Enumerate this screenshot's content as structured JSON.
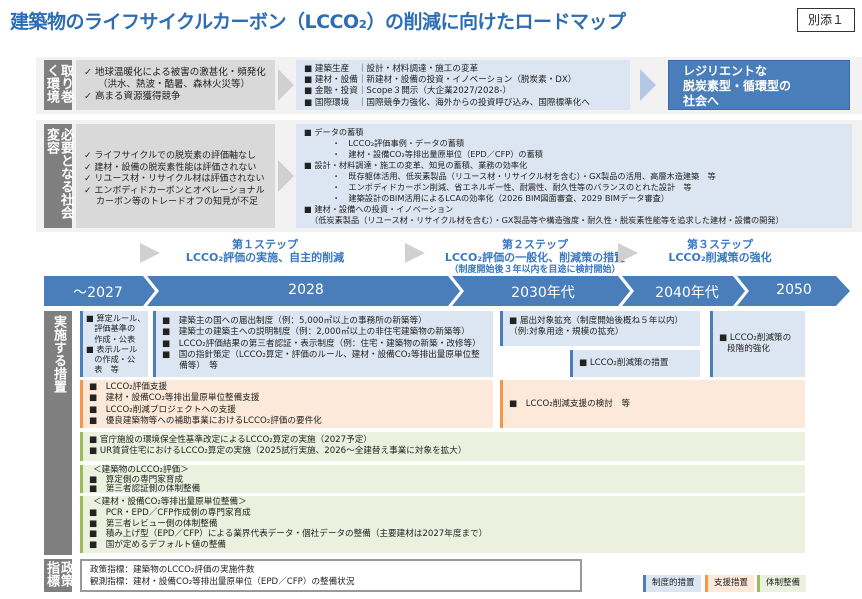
{
  "header": {
    "title": "建築物のライフサイクルカーボン（LCCO₂）の削減に向けたロードマップ",
    "annex": "別添１"
  },
  "environment": {
    "label": "取り巻く環境",
    "issues": [
      "✓ 地球温暖化による被害の激甚化・頻発化",
      "（洪水、熱波・酷暑、森林火災等）",
      "✓ 高まる資源獲得競争"
    ],
    "trends": [
      "■ 建築生産　｜設計・材料調達・施工の変革",
      "■ 建材・設備｜新建材・設備の投資・イノベーション（脱炭素・DX）",
      "■ 金融・投資｜Scope３開示（大企業2027/2028-）",
      "■ 国際環境　｜国際競争力強化、海外からの投資呼び込み、国際標準化へ"
    ],
    "goal": [
      "レジリエントな",
      "脱炭素型・循環型の",
      "社会へ"
    ]
  },
  "transformation": {
    "label": "必要となる社会変容",
    "issues": [
      "✓ ライフサイクルでの脱炭素の評価軸なし",
      "✓ 建材・設備の脱炭素性能は評価されない",
      "✓ リユース材・リサイクル材は評価されない",
      "✓ エンボディドカーボンとオペレーショナル",
      "カーボン等のトレードオフの知見が不足"
    ],
    "items": [
      {
        "text": "■ データの蓄積",
        "level": 0
      },
      {
        "text": "・　LCCO₂評価事例・データの蓄積",
        "level": 1
      },
      {
        "text": "・　建材・設備CO₂等排出量原単位（EPD／CFP）の蓄積",
        "level": 1
      },
      {
        "text": "■ 設計・材料調達・施工の変革、知見の蓄積、業務の効率化",
        "level": 0
      },
      {
        "text": "・　既存躯体活用、低炭素製品（リユース材・リサイクル材を含む）・GX製品の活用、高層木造建築　等",
        "level": 1
      },
      {
        "text": "・　エンボディドカーボン削減、省エネルギー性、耐震性、耐久性等のバランスのとれた設計　等",
        "level": 1
      },
      {
        "text": "・　建築設計のBIM活用によるLCAの効率化（2026 BIM図面審査、2029 BIMデータ審査）",
        "level": 1
      },
      {
        "text": "■ 建材・設備への投資・イノベーション",
        "level": 0
      },
      {
        "text": "（低炭素製品（リユース材・リサイクル材を含む）・GX製品等や構造強度・耐久性・脱炭素性能等を追求した建材・設備の開発）",
        "level": 0
      }
    ]
  },
  "steps": [
    {
      "title": "第１ステップ",
      "subtitle": "LCCO₂評価の実施、自主的削減"
    },
    {
      "title": "第２ステップ",
      "subtitle": "LCCO₂評価の一般化、削減策の措置",
      "note": "（制度開始後３年以内を目途に検討開始）"
    },
    {
      "title": "第３ステップ",
      "subtitle": "LCCO₂削減策の強化"
    }
  ],
  "timeline": [
    "～2027",
    "2028",
    "2030年代",
    "2040年代",
    "2050"
  ],
  "measures": {
    "label": "実施する措置",
    "institutional_a": [
      "■ 算定ルール、",
      "　評価基準の",
      "　作成・公表",
      "■ 表示ルール",
      "　の作成・公",
      "　表　等"
    ],
    "institutional_b": [
      "■　建築主の国への届出制度（例：5,000㎡以上の事務所の新築等）",
      "■　建築士の建築主への説明制度（例：2,000㎡以上の非住宅建築物の新築等）",
      "■　LCCO₂評価結果の第三者認証・表示制度（例：住宅・建築物の新築・改修等）",
      "■　国の指針策定（LCCO₂算定・評価のルール、建材・設備CO₂等排出量原単位整",
      "　　備等）　等"
    ],
    "institutional_c": [
      "■ 届出対象拡充（制度開始後概ね５年以内）",
      "（例:対象用途・規模の拡充）"
    ],
    "institutional_d": "■ LCCO₂削減策の措置",
    "institutional_e": [
      "■ LCCO₂削減策の",
      "段階的強化"
    ],
    "support_a": [
      "■　LCCO₂評価支援",
      "■　建材・設備CO₂等排出量原単位整備支援",
      "■　LCCO₂削減プロジェクトへの支援",
      "■　優良建築物等への補助事業におけるLCCO₂評価の要件化"
    ],
    "support_b": "■　LCCO₂削減支援の検討　等",
    "system_1": [
      "■ 官庁施設の環境保全性基準改定によるLCCO₂算定の実施（2027予定）",
      "■ UR賃貸住宅におけるLCCO₂算定の実施（2025試行実施、2026～全建替え事業に対象を拡大）"
    ],
    "system_2": [
      "＜建築物のLCCO₂評価＞",
      "■　算定側の専門家育成",
      "■　第三者認証側の体制整備"
    ],
    "system_3": [
      "＜建材・設備CO₂等排出量原単位整備＞",
      "■　PCR・EPD／CFP作成側の専門家育成",
      "■　第三者レビュー側の体制整備",
      "■　積み上げ型（EPD／CFP）による業界代表データ・個社データの整備（主要建材は2027年度まで）",
      "■　国が定めるデフォルト値の整備"
    ]
  },
  "indicators": {
    "label": "政策指標",
    "lines": [
      "政策指標：建築物のLCCO₂評価の実施件数",
      "観測指標：建材・設備CO₂等排出量原単位（EPD／CFP）の整備状況"
    ]
  },
  "legend": [
    {
      "label": "制度的措置",
      "color": "#4a7ebb"
    },
    {
      "label": "支援措置",
      "color": "#f79646"
    },
    {
      "label": "体制整備",
      "color": "#9bbb59"
    }
  ]
}
